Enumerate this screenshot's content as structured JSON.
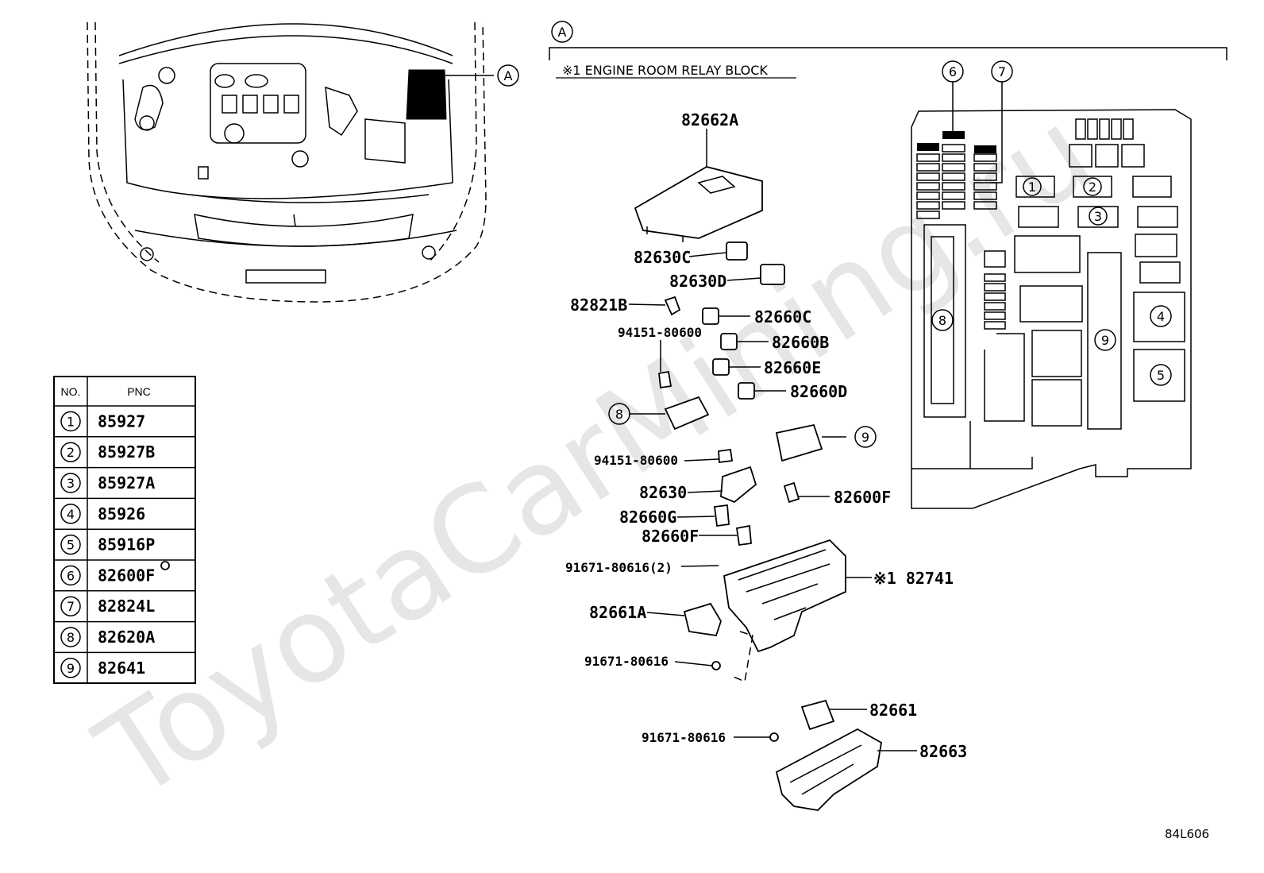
{
  "watermark": "ToyotaCarMining.ru",
  "section_marker": "A",
  "section_title": "※1  ENGINE ROOM RELAY BLOCK",
  "diagram_code": "84L606",
  "callouts": [
    {
      "id": "c82662A",
      "text": "82662A"
    },
    {
      "id": "c82630C",
      "text": "82630C"
    },
    {
      "id": "c82630D",
      "text": "82630D"
    },
    {
      "id": "c82821B",
      "text": "82821B"
    },
    {
      "id": "c94151a",
      "text": "94151-80600"
    },
    {
      "id": "c82660C",
      "text": "82660C"
    },
    {
      "id": "c82660B",
      "text": "82660B"
    },
    {
      "id": "c82660E",
      "text": "82660E"
    },
    {
      "id": "c82660D",
      "text": "82660D"
    },
    {
      "id": "c94151b",
      "text": "94151-80600"
    },
    {
      "id": "c82630",
      "text": "82630"
    },
    {
      "id": "c82600F",
      "text": "82600F"
    },
    {
      "id": "c82660G",
      "text": "82660G"
    },
    {
      "id": "c82660F",
      "text": "82660F"
    },
    {
      "id": "c91671a",
      "text": "91671-80616(2)"
    },
    {
      "id": "c82741",
      "text": "※1 82741"
    },
    {
      "id": "c82661A",
      "text": "82661A"
    },
    {
      "id": "c91671b",
      "text": "91671-80616"
    },
    {
      "id": "c82661",
      "text": "82661"
    },
    {
      "id": "c91671c",
      "text": "91671-80616"
    },
    {
      "id": "c82663",
      "text": "82663"
    }
  ],
  "table": {
    "headers": [
      "NO.",
      "PNC"
    ],
    "rows": [
      {
        "no": "1",
        "pnc": "85927"
      },
      {
        "no": "2",
        "pnc": "85927B"
      },
      {
        "no": "3",
        "pnc": "85927A"
      },
      {
        "no": "4",
        "pnc": "85926"
      },
      {
        "no": "5",
        "pnc": "85916P"
      },
      {
        "no": "6",
        "pnc": "82600F"
      },
      {
        "no": "7",
        "pnc": "82824L"
      },
      {
        "no": "8",
        "pnc": "82620A"
      },
      {
        "no": "9",
        "pnc": "82641"
      }
    ]
  },
  "relay_block_numbers": [
    "1",
    "2",
    "3",
    "4",
    "5",
    "6",
    "7",
    "8",
    "9"
  ],
  "exploded_numbers": [
    "8",
    "9"
  ]
}
